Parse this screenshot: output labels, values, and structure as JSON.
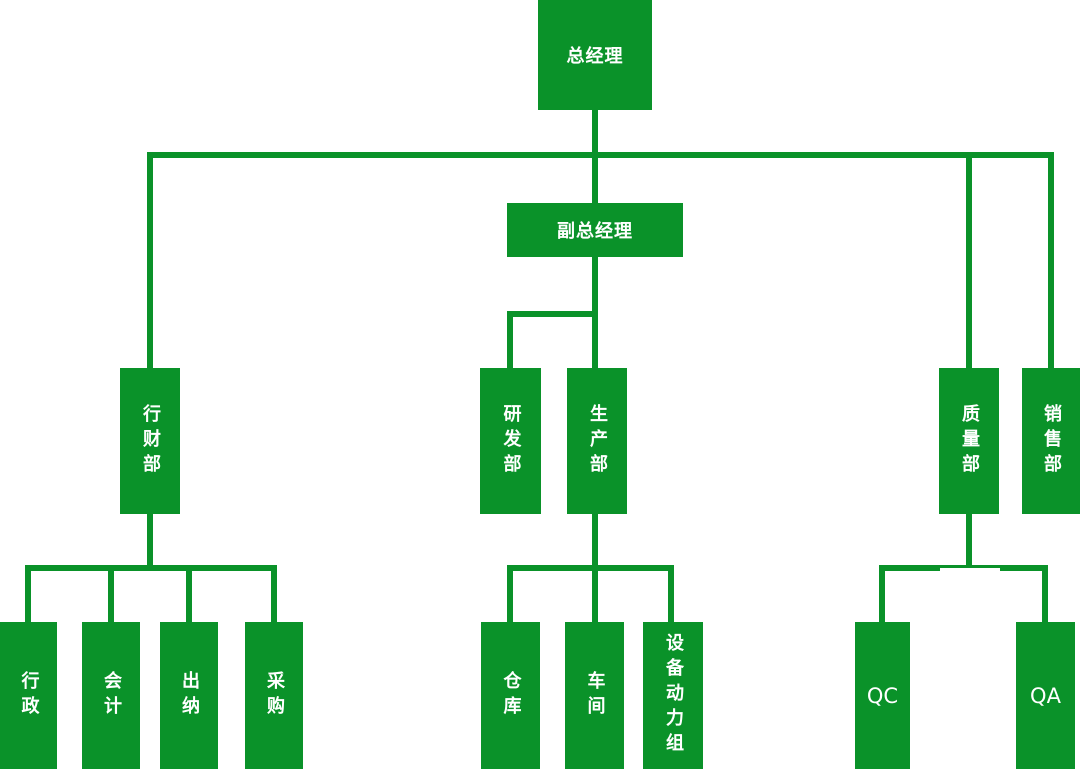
{
  "diagram": {
    "type": "organization-chart",
    "colors": {
      "node_fill": "#0a9229",
      "connector": "#0a9229",
      "node_text": "#ffffff",
      "background": "#ffffff"
    },
    "nodes": {
      "general_manager": {
        "label": "总经理"
      },
      "deputy_general_manager": {
        "label": "副总经理"
      },
      "finance_admin_dept": {
        "label": "行财部"
      },
      "rnd_dept": {
        "label": "研发部"
      },
      "production_dept": {
        "label": "生产部"
      },
      "quality_dept": {
        "label": "质量部"
      },
      "sales_dept": {
        "label": "销售部"
      },
      "administration": {
        "label": "行政"
      },
      "accounting": {
        "label": "会计"
      },
      "cashier": {
        "label": "出纳"
      },
      "purchasing": {
        "label": "采购"
      },
      "warehouse": {
        "label": "仓库"
      },
      "workshop": {
        "label": "车间"
      },
      "equipment_power_group": {
        "label": "设备动力组"
      },
      "qc": {
        "label": "QC"
      },
      "qa": {
        "label": "QA"
      }
    },
    "hierarchy": [
      {
        "parent": "总经理",
        "children": [
          "行财部",
          "副总经理",
          "质量部",
          "销售部"
        ]
      },
      {
        "parent": "副总经理",
        "children": [
          "研发部",
          "生产部"
        ]
      },
      {
        "parent": "行财部",
        "children": [
          "行政",
          "会计",
          "出纳",
          "采购"
        ]
      },
      {
        "parent": "生产部",
        "children": [
          "仓库",
          "车间",
          "设备动力组"
        ]
      },
      {
        "parent": "质量部",
        "children": [
          "QC",
          "QA"
        ]
      }
    ]
  }
}
